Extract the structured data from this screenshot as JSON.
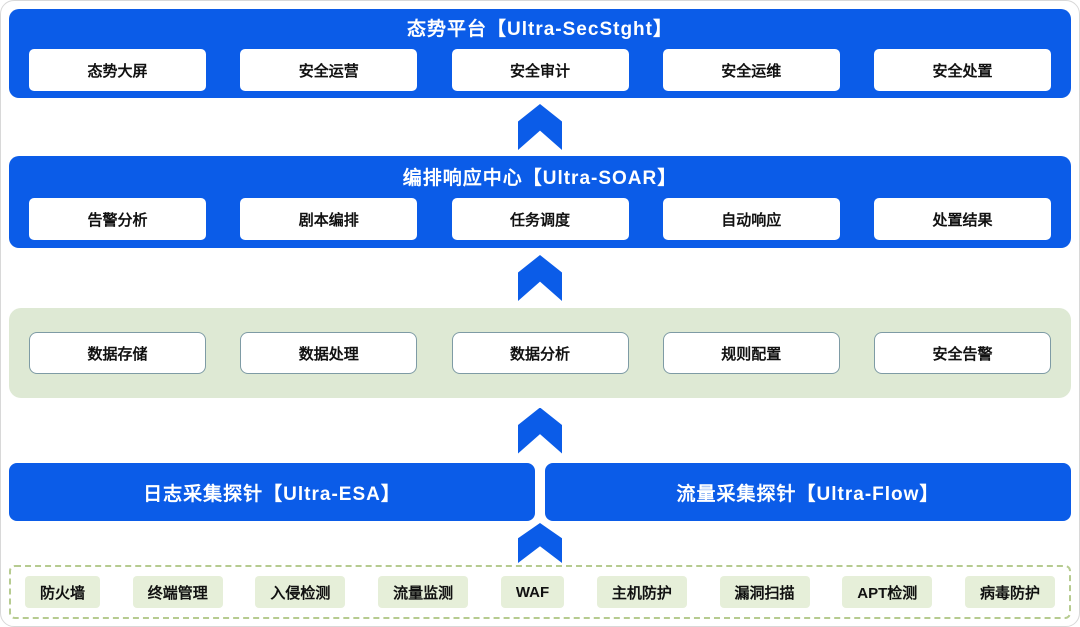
{
  "palette": {
    "blue": "#0b5ce8",
    "band_green": "#dee9d4",
    "chip_green": "#e6efd9",
    "dashed_border_green": "#b6cb90",
    "data_node_border": "#7e9ba5",
    "text_dark": "#111111",
    "text_white": "#ffffff"
  },
  "platform": {
    "title": "态势平台【Ultra-SecStght】",
    "items": [
      "态势大屏",
      "安全运营",
      "安全审计",
      "安全运维",
      "安全处置"
    ]
  },
  "soar": {
    "title": "编排响应中心【Ultra-SOAR】",
    "items": [
      "告警分析",
      "剧本编排",
      "任务调度",
      "自动响应",
      "处置结果"
    ]
  },
  "data_layer": {
    "items": [
      "数据存储",
      "数据处理",
      "数据分析",
      "规则配置",
      "安全告警"
    ]
  },
  "probes": {
    "left": "日志采集探针【Ultra-ESA】",
    "right": "流量采集探针【Ultra-Flow】"
  },
  "devices": {
    "items": [
      "防火墙",
      "终端管理",
      "入侵检测",
      "流量监测",
      "WAF",
      "主机防护",
      "漏洞扫描",
      "APT检测",
      "病毒防护"
    ]
  }
}
